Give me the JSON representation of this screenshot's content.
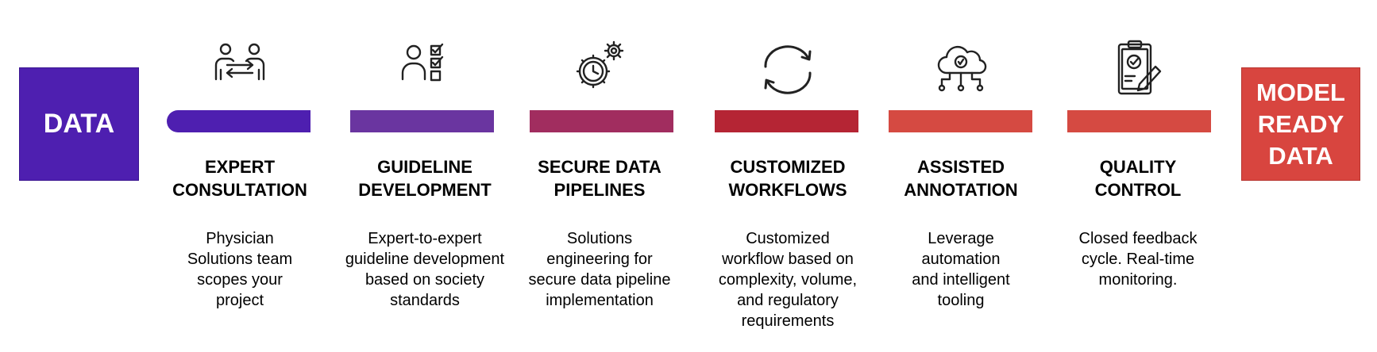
{
  "start_label": "DATA",
  "end_label": "MODEL\nREADY\nDATA",
  "stages": [
    {
      "title": "EXPERT\nCONSULTATION",
      "desc": "Physician\nSolutions team\nscopes your\nproject",
      "color": "#4e1fb0",
      "icon": "people-exchange-icon"
    },
    {
      "title": "GUIDELINE\nDEVELOPMENT",
      "desc": "Expert-to-expert\nguideline development\nbased on society\nstandards",
      "color": "#6a35a0",
      "icon": "person-checklist-icon"
    },
    {
      "title": "SECURE DATA\nPIPELINES",
      "desc": "Solutions\nengineering for\nsecure data pipeline\nimplementation",
      "color": "#a12d5f",
      "icon": "gears-clock-icon"
    },
    {
      "title": "CUSTOMIZED\nWORKFLOWS",
      "desc": "Customized\nworkflow based on\ncomplexity, volume,\nand regulatory\nrequirements",
      "color": "#b52534",
      "icon": "refresh-cycle-icon"
    },
    {
      "title": "ASSISTED\nANNOTATION",
      "desc": "Leverage\nautomation\nand intelligent\ntooling",
      "color": "#d54a42",
      "icon": "cloud-network-icon"
    },
    {
      "title": "QUALITY\nCONTROL",
      "desc": "Closed feedback\ncycle. Real-time\nmonitoring.",
      "color": "#d54a42",
      "icon": "clipboard-check-icon"
    }
  ]
}
